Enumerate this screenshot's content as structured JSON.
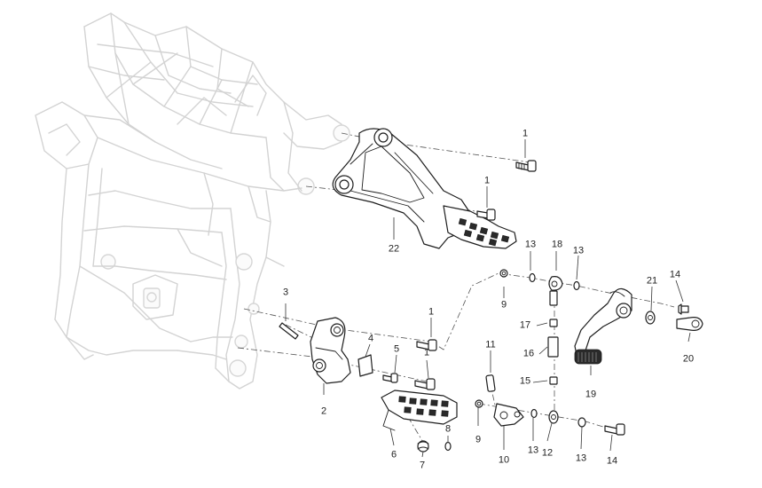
{
  "diagram": {
    "callouts": [
      {
        "id": "c1a",
        "text": "1"
      },
      {
        "id": "c1b",
        "text": "1"
      },
      {
        "id": "c22",
        "text": "22"
      },
      {
        "id": "c13a",
        "text": "13"
      },
      {
        "id": "c18",
        "text": "18"
      },
      {
        "id": "c13b",
        "text": "13"
      },
      {
        "id": "c14a",
        "text": "14"
      },
      {
        "id": "c21",
        "text": "21"
      },
      {
        "id": "c9a",
        "text": "9"
      },
      {
        "id": "c3",
        "text": "3"
      },
      {
        "id": "c1c",
        "text": "1"
      },
      {
        "id": "c17",
        "text": "17"
      },
      {
        "id": "c4",
        "text": "4"
      },
      {
        "id": "c5",
        "text": "5"
      },
      {
        "id": "c1d",
        "text": "1"
      },
      {
        "id": "c11",
        "text": "11"
      },
      {
        "id": "c16",
        "text": "16"
      },
      {
        "id": "c20",
        "text": "20"
      },
      {
        "id": "c15",
        "text": "15"
      },
      {
        "id": "c19",
        "text": "19"
      },
      {
        "id": "c2",
        "text": "2"
      },
      {
        "id": "c8",
        "text": "8"
      },
      {
        "id": "c9b",
        "text": "9"
      },
      {
        "id": "c6",
        "text": "6"
      },
      {
        "id": "c13c",
        "text": "13"
      },
      {
        "id": "c12",
        "text": "12"
      },
      {
        "id": "c13d",
        "text": "13"
      },
      {
        "id": "c10",
        "text": "10"
      },
      {
        "id": "c14b",
        "text": "14"
      },
      {
        "id": "c7",
        "text": "7"
      }
    ]
  }
}
